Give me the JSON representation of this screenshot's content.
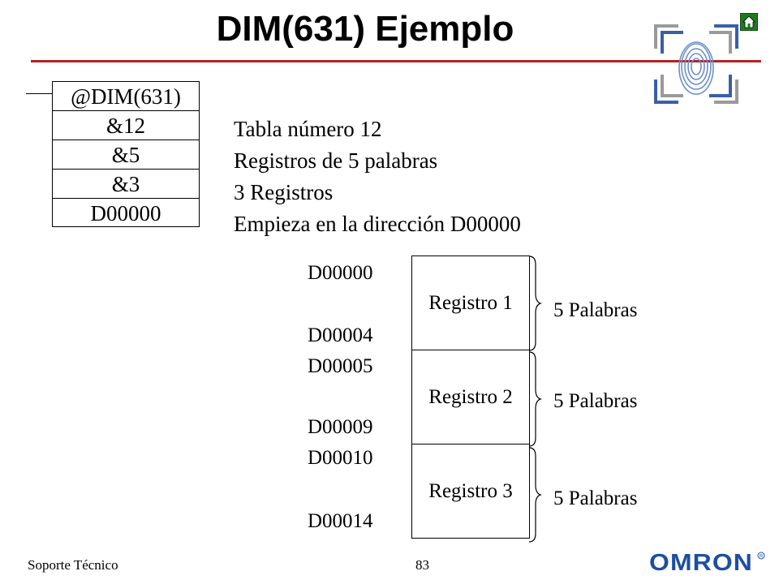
{
  "title": "DIM(631) Ejemplo",
  "instruction": [
    "@DIM(631)",
    "&12",
    "&5",
    "&3",
    "D00000"
  ],
  "description": [
    "Tabla número 12",
    "Registros de 5 palabras",
    "3 Registros",
    "Empieza en la dirección D00000"
  ],
  "addresses": [
    "D00000",
    "D00004",
    "D00005",
    "D00009",
    "D00010",
    "D00014"
  ],
  "records": [
    "Registro 1",
    "Registro 2",
    "Registro 3"
  ],
  "words_label": [
    "5 Palabras",
    "5 Palabras",
    "5 Palabras"
  ],
  "footer": {
    "left": "Soporte Técnico",
    "page": "83",
    "brand": "OMRON"
  },
  "icons": {
    "home": "home-icon",
    "logo": "fingerprint-logo-icon"
  },
  "colors": {
    "title_rule": "#b22222",
    "home_button": "#1f7a1f",
    "logo_blue": "#3a5fa8",
    "logo_gray": "#9a9a9a",
    "brand_blue": "#1d4fa3"
  }
}
